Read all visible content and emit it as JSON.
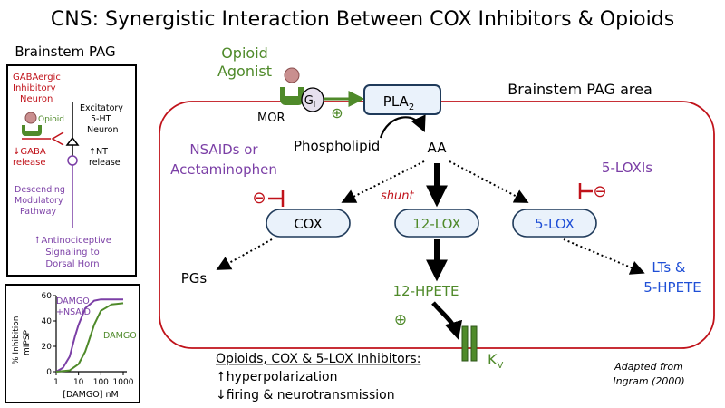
{
  "title": "CNS: Synergistic Interaction Between COX Inhibitors & Opioids",
  "left_panel": {
    "heading": "Brainstem PAG",
    "gaba_line1": "GABAergic",
    "gaba_line2": "Inhibitory",
    "gaba_line3": "Neuron",
    "opioid": "Opioid",
    "excit_line1": "Excitatory",
    "excit_line2": "5-HT",
    "excit_line3": "Neuron",
    "gaba_release_1": "↓GABA",
    "gaba_release_2": "release",
    "nt_release_1": "↑NT",
    "nt_release_2": "release",
    "desc_1": "Descending",
    "desc_2": "Modulatory",
    "desc_3": "Pathway",
    "anti_1": "↑Antinociceptive",
    "anti_2": "Signaling to",
    "anti_3": "Dorsal Horn"
  },
  "mini_chart": {
    "y_axis_label_1": "% Inhibition",
    "y_axis_label_2": "mIPSP",
    "y_ticks": [
      "60",
      "40",
      "20",
      "0"
    ],
    "x_ticks": [
      "1",
      "10",
      "100",
      "1000"
    ],
    "x_label": "[DAMGO] nM",
    "series_label_1a": "DAMGO",
    "series_label_1b": "+NSAID",
    "series_label_2": "DAMGO"
  },
  "chart_data": {
    "type": "line",
    "xscale": "log",
    "xlim": [
      1,
      1000
    ],
    "ylim": [
      0,
      60
    ],
    "series": [
      {
        "name": "DAMGO +NSAID",
        "color": "#7b3fa6",
        "x": [
          1,
          2,
          4,
          7,
          10,
          20,
          50,
          100,
          300,
          1000
        ],
        "y": [
          0,
          3,
          12,
          28,
          37,
          50,
          56,
          57,
          57,
          57
        ]
      },
      {
        "name": "DAMGO",
        "color": "#4f8a2a",
        "x": [
          1,
          4,
          10,
          20,
          30,
          50,
          100,
          300,
          1000
        ],
        "y": [
          0,
          1,
          6,
          16,
          25,
          37,
          48,
          53,
          54
        ]
      }
    ]
  },
  "diagram": {
    "opioid_agonist_1": "Opioid",
    "opioid_agonist_2": "Agonist",
    "gi": "G",
    "gi_sub": "i",
    "mor": "MOR",
    "pla2": "PLA",
    "pla2_sub": "2",
    "region": "Brainstem PAG area",
    "phospholipid": "Phospholipid",
    "aa": "AA",
    "nsaids_1": "NSAIDs or",
    "nsaids_2": "Acetaminophen",
    "loxi": "5-LOXIs",
    "shunt": "shunt",
    "cox": "COX",
    "lox12": "12-LOX",
    "lox5": "5-LOX",
    "pgs": "PGs",
    "hpete12": "12-HPETE",
    "lts_1": "LTs &",
    "lts_2": "5-HPETE",
    "kv": "K",
    "kv_sub": "V",
    "plus": "⊕",
    "minus": "⊖"
  },
  "footer": {
    "line1": "Opioids, COX & 5-LOX Inhibitors:",
    "line2": "↑hyperpolarization",
    "line3": "↓firing & neurotransmission",
    "credit_1": "Adapted from",
    "credit_2": "Ingram (2000)"
  },
  "colors": {
    "green": "#4f8a2a",
    "purple": "#7b3fa6",
    "red": "#c0121a",
    "blue": "#1f4fd6",
    "box_dark": "#1f3a5a"
  }
}
